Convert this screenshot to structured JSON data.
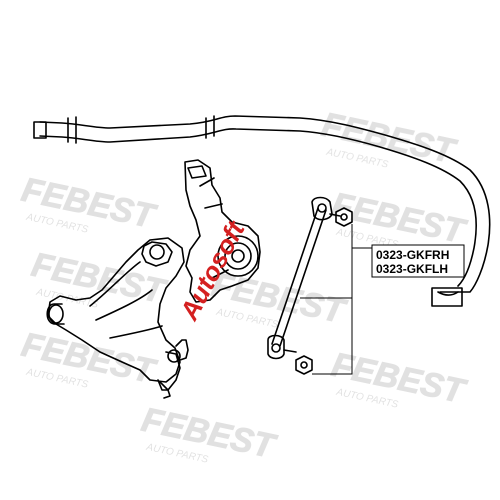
{
  "watermark": {
    "brand": "FEBEST",
    "tagline": "AUTO PARTS"
  },
  "overlay_logo": {
    "text": "Autosoft"
  },
  "part_labels": {
    "right": "0323-GKFRH",
    "left": "0323-GKFLH"
  }
}
